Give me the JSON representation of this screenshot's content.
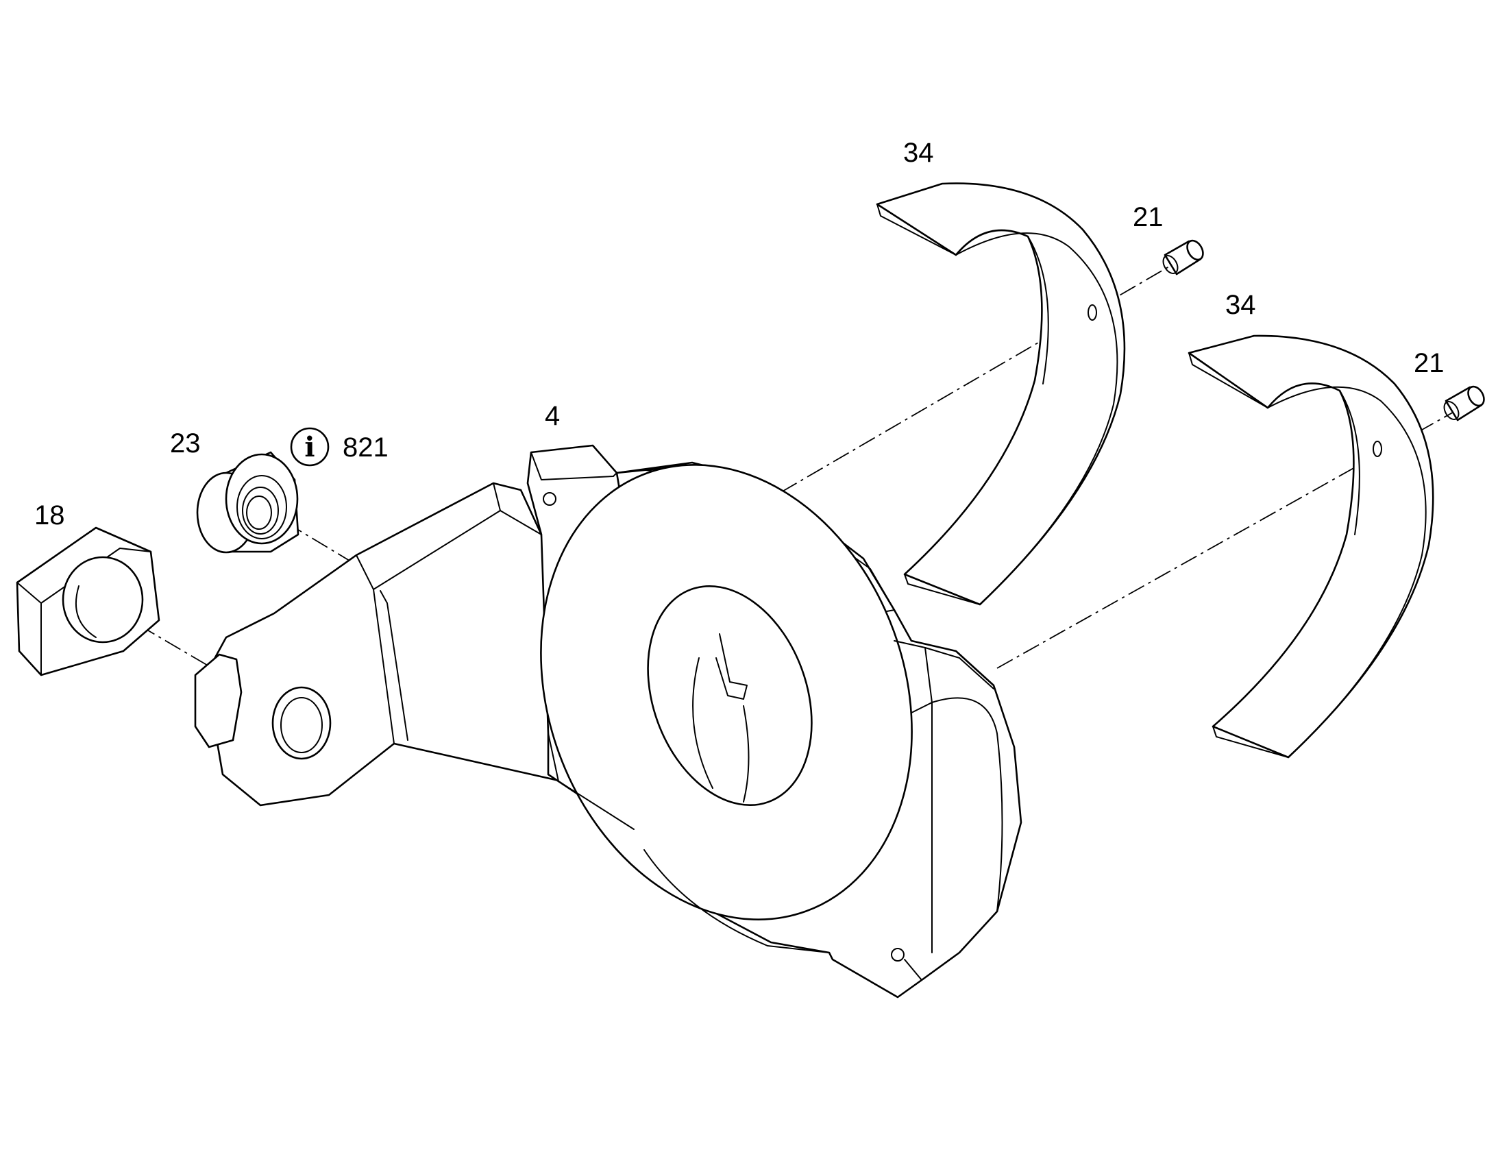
{
  "diagram": {
    "type": "exploded-parts-drawing",
    "callouts": [
      {
        "id": "c18",
        "label": "18"
      },
      {
        "id": "c23",
        "label": "23"
      },
      {
        "id": "c821",
        "label": "821",
        "icon": "info-icon"
      },
      {
        "id": "c4",
        "label": "4"
      },
      {
        "id": "c34a",
        "label": "34"
      },
      {
        "id": "c21a",
        "label": "21"
      },
      {
        "id": "c34b",
        "label": "34"
      },
      {
        "id": "c21b",
        "label": "21"
      }
    ],
    "info_icon_glyph": "i"
  }
}
